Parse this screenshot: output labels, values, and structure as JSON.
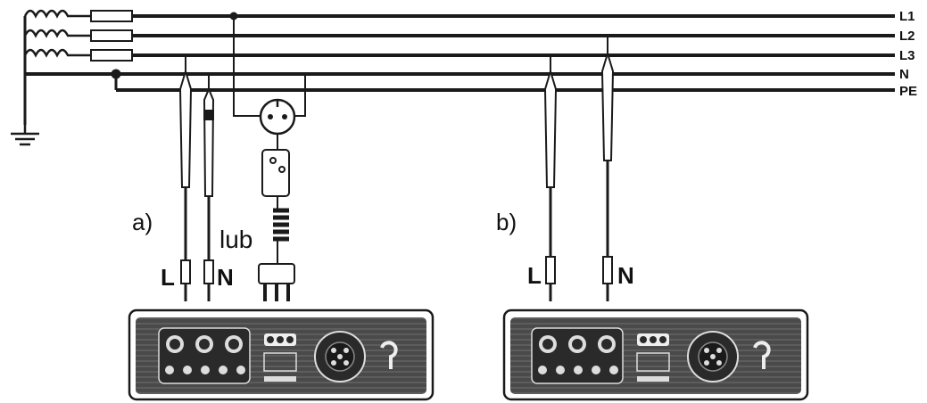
{
  "lines": {
    "l1": "L1",
    "l2": "L2",
    "l3": "L3",
    "n": "N",
    "pe": "PE"
  },
  "variants": {
    "a": {
      "label": "a)",
      "alt": "lub",
      "probe_l": "L",
      "probe_n": "N"
    },
    "b": {
      "label": "b)",
      "probe_l": "L",
      "probe_n": "N"
    }
  },
  "colors": {
    "wire": "#1a1a1a",
    "meter_body": "#3a3a3a",
    "meter_panel": "#5a5a5a"
  }
}
